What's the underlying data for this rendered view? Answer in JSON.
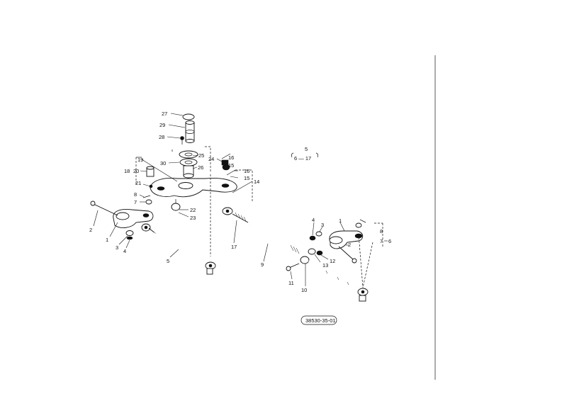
{
  "callouts": {
    "n1a": "1",
    "n1b": "1",
    "n2a": "2",
    "n2b": "2",
    "n3a": "3",
    "n3b": "3",
    "n4a": "4",
    "n4b": "4",
    "n5a": "5",
    "n5b": "5",
    "n6": "6",
    "n7a": "7",
    "n7b": "7",
    "n8a": "8",
    "n8b": "8",
    "n9": "9",
    "n10": "10",
    "n11": "11",
    "n12": "12",
    "n13": "13",
    "n14": "14",
    "n15": "15",
    "n16a": "16",
    "n16b": "16",
    "n17": "17",
    "n18": "18",
    "n19": "19",
    "n20": "20",
    "n21": "21",
    "n22": "22",
    "n23": "23",
    "n24": "24",
    "n25": "25",
    "n26": "26",
    "n27": "27",
    "n28": "28",
    "n29": "29",
    "n30": "30"
  },
  "group_label": {
    "top": "5",
    "range": "6 — 17"
  },
  "drawing_id": "38530-35-01",
  "colors": {
    "ink": "#111111",
    "paper": "#ffffff"
  }
}
